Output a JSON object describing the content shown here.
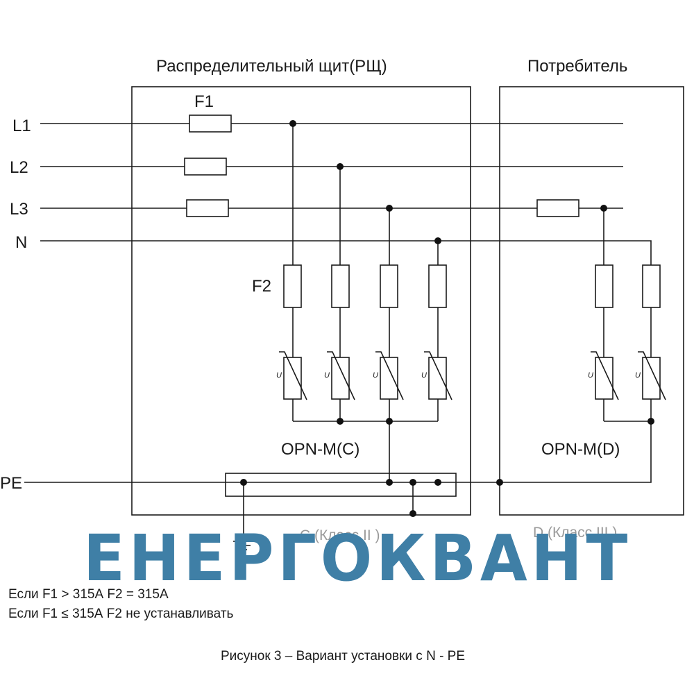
{
  "headers": {
    "panel": "Распределительный щит(РЩ)",
    "consumer": "Потребитель"
  },
  "lines": {
    "l1": "L1",
    "l2": "L2",
    "l3": "L3",
    "n": "N",
    "pe": "PE"
  },
  "components": {
    "f1": "F1",
    "f2": "F2",
    "varistor_label": "U",
    "opn_c": "OPN-M(C)",
    "opn_d": "OPN-M(D)"
  },
  "classes": {
    "c": "C (Класс II )",
    "d": "D (Класс III )"
  },
  "notes": [
    "Если F1 > 315А  F2 = 315А",
    "Если F1 ≤ 315А  F2 не устанавливать"
  ],
  "caption": "Рисунок 3 – Вариант установки  с N - PE",
  "watermark": "ЕНЕРГОКВАНТ",
  "colors": {
    "line": "#1a1a1a",
    "watermark": "#3f7fa6"
  }
}
